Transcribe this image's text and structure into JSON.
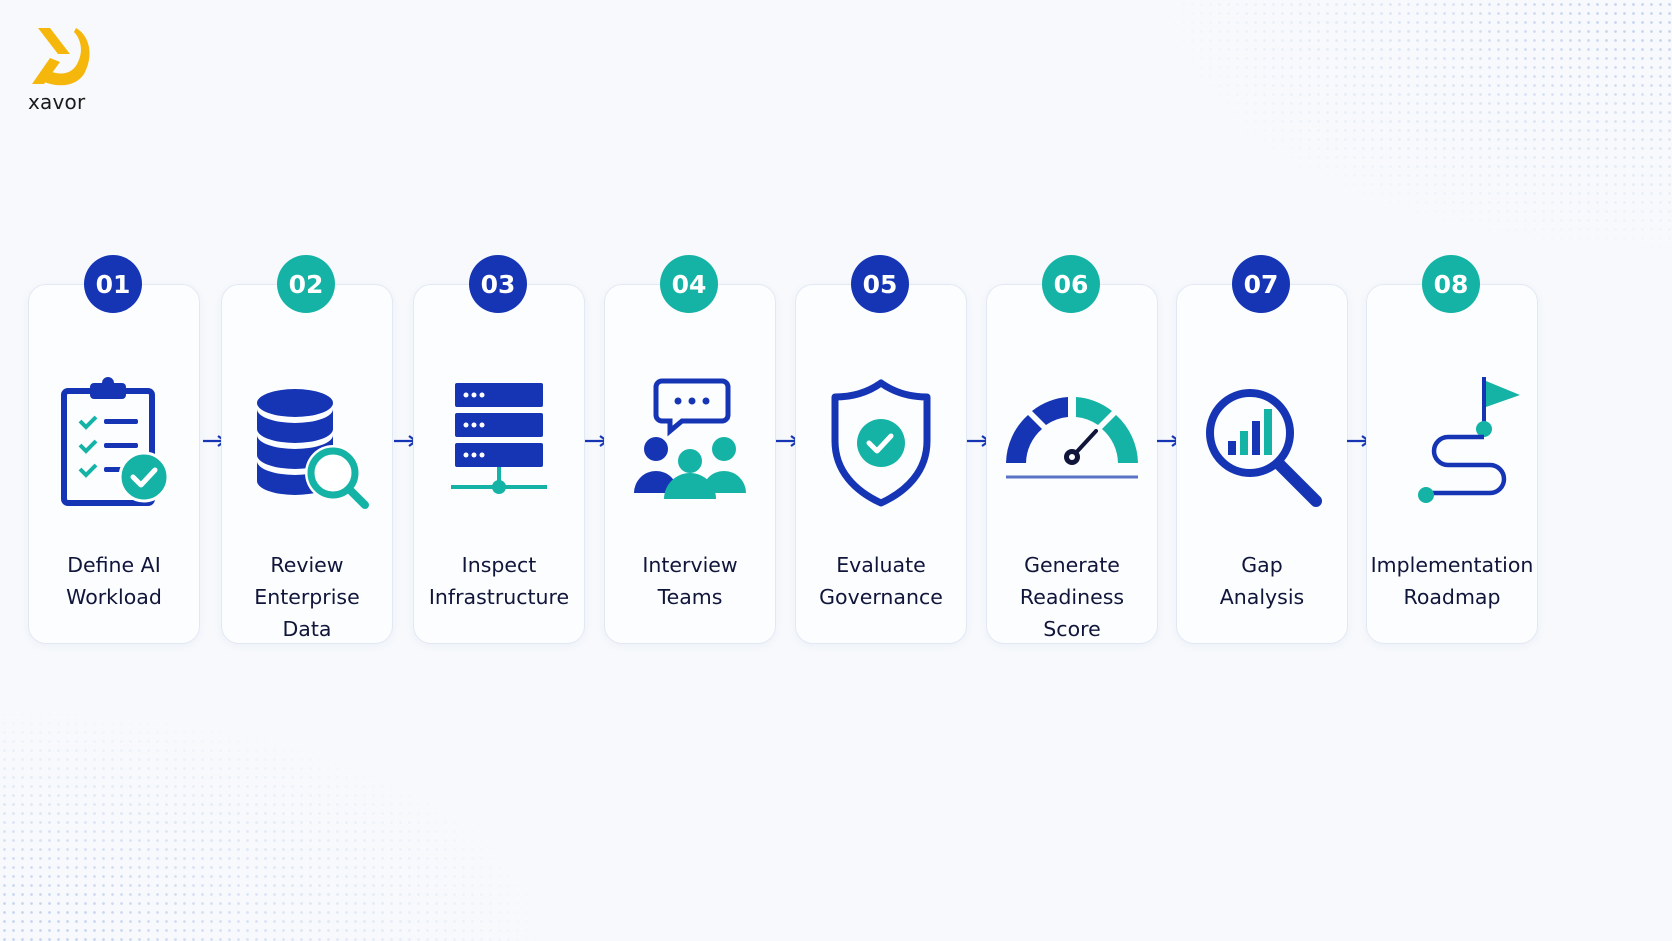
{
  "brand": {
    "name": "xavor"
  },
  "colors": {
    "blue": "#1535b5",
    "teal": "#15b3a6",
    "navy": "#10153a",
    "logo_yellow": "#f6b70c"
  },
  "steps": [
    {
      "number": "01",
      "label_lines": [
        "Define AI",
        "Workload"
      ],
      "icon": "clipboard-checklist-icon",
      "badge": "blue"
    },
    {
      "number": "02",
      "label_lines": [
        "Review",
        "Enterprise",
        "Data"
      ],
      "icon": "database-search-icon",
      "badge": "teal"
    },
    {
      "number": "03",
      "label_lines": [
        "Inspect",
        "Infrastructure"
      ],
      "icon": "server-rack-icon",
      "badge": "blue"
    },
    {
      "number": "04",
      "label_lines": [
        "Interview",
        "Teams"
      ],
      "icon": "team-chat-icon",
      "badge": "teal"
    },
    {
      "number": "05",
      "label_lines": [
        "Evaluate",
        "Governance"
      ],
      "icon": "shield-check-icon",
      "badge": "blue"
    },
    {
      "number": "06",
      "label_lines": [
        "Generate",
        "Readiness",
        "Score"
      ],
      "icon": "gauge-icon",
      "badge": "teal"
    },
    {
      "number": "07",
      "label_lines": [
        "Gap",
        "Analysis"
      ],
      "icon": "magnifier-chart-icon",
      "badge": "blue"
    },
    {
      "number": "08",
      "label_lines": [
        "Implementation",
        "Roadmap"
      ],
      "icon": "roadmap-flag-icon",
      "badge": "teal"
    }
  ]
}
